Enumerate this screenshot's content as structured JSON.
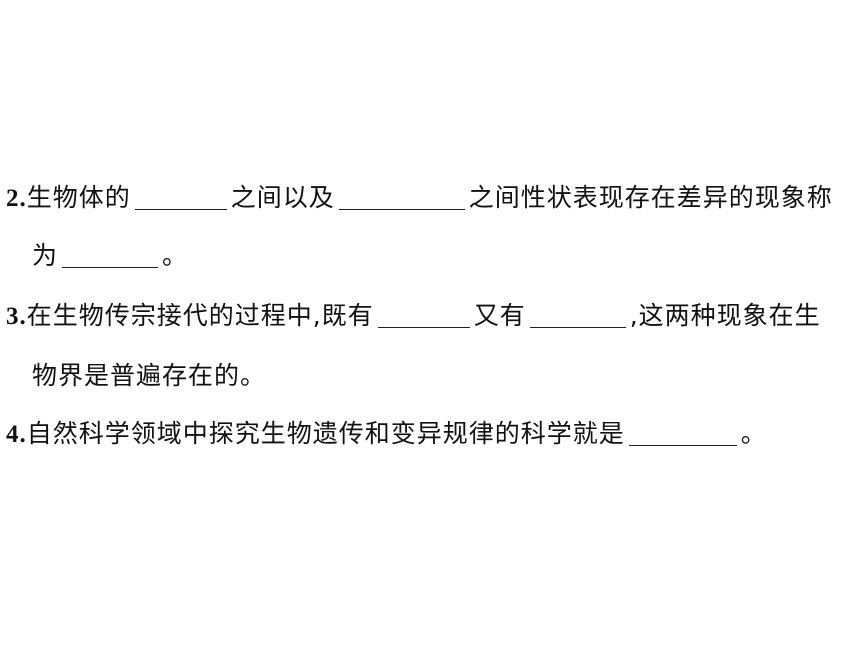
{
  "questions": [
    {
      "number": "2.",
      "lines": [
        [
          "生物体的",
          "之间以及",
          "之间性状表现存在差异的现象称"
        ],
        [
          "为",
          "。"
        ]
      ]
    },
    {
      "number": "3.",
      "lines": [
        [
          "在生物传宗接代的过程中,既有",
          "又有",
          ",这两种现象在生"
        ],
        [
          "物界是普遍存在的。"
        ]
      ]
    },
    {
      "number": "4.",
      "lines": [
        [
          "自然科学领域中探究生物遗传和变异规律的科学就是",
          "。"
        ]
      ]
    }
  ]
}
